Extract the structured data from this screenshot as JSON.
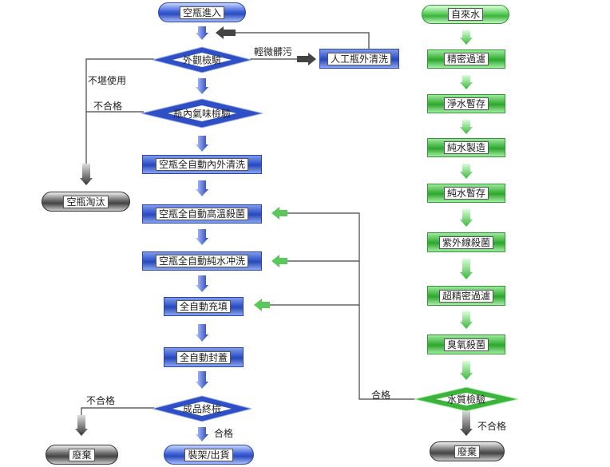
{
  "colors": {
    "blue": "#2f4fc4",
    "green": "#3cb43c",
    "gray": "#555555"
  },
  "left_flow": {
    "start": "空瓶進入",
    "appearance_check": "外觀檢驗",
    "manual_wash": "人工瓶外清洗",
    "odor_check": "瓶內氣味檢驗",
    "auto_wash": "空瓶全自動內外清洗",
    "sterilize": "空瓶全自動高溫殺菌",
    "rinse": "空瓶全自動純水冲洗",
    "fill": "全自動充填",
    "cap": "全自動封蓋",
    "final_check": "成品終檢",
    "ship": "裝架/出貨",
    "reject_bottle": "空瓶淘汰",
    "discard": "廢棄"
  },
  "right_flow": {
    "start": "自來水",
    "steps": [
      "精密過濾",
      "淨水暫存",
      "純水製造",
      "純水暫存",
      "紫外線殺菌",
      "超精密過濾",
      "臭氧殺菌"
    ],
    "quality_check": "水質檢驗",
    "discard": "廢棄"
  },
  "edge_labels": {
    "slightly_dirty": "輕微髒污",
    "unusable": "不堪使用",
    "fail": "不合格",
    "pass": "合格"
  }
}
